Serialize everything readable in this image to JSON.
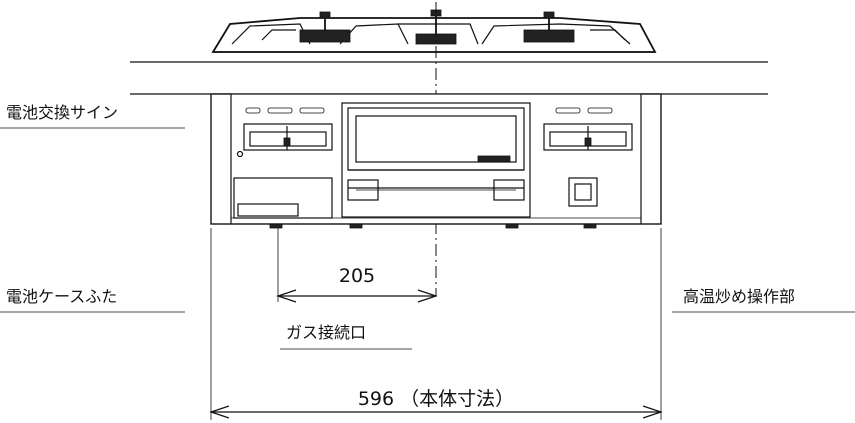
{
  "labels": {
    "battery_sign": "電池交換サイン",
    "battery_cover": "電池ケースふた",
    "gas_connection": "ガス接続口",
    "high_temp_control": "高温炒め操作部"
  },
  "dimensions": {
    "gas_offset": "205",
    "body_width": "596 （本体寸法）"
  },
  "colors": {
    "line": "#111111",
    "background": "#ffffff"
  }
}
